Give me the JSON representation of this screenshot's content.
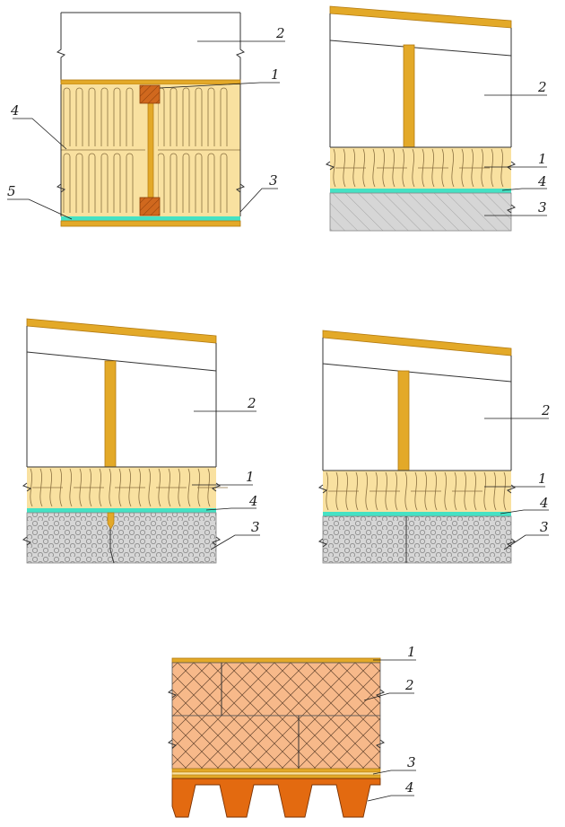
{
  "colors": {
    "timber": "#E3A928",
    "timber_dark": "#B37A10",
    "wool": "#F9E1A0",
    "wool_line": "#8A7040",
    "vapor": "#45E2C4",
    "stone": "#D6D6D6",
    "board": "#F7B98A",
    "profile": "#E36A10",
    "beam_section": "#D0681E"
  },
  "diagrams": [
    {
      "id": "wall-stud",
      "labels": [
        "1",
        "2",
        "3",
        "4",
        "5"
      ]
    },
    {
      "id": "roof-concrete",
      "labels": [
        "1",
        "2",
        "3",
        "4"
      ]
    },
    {
      "id": "roof-aerated-a",
      "labels": [
        "1",
        "2",
        "3",
        "4"
      ]
    },
    {
      "id": "roof-aerated-b",
      "labels": [
        "1",
        "2",
        "3",
        "4"
      ]
    },
    {
      "id": "roof-profiled",
      "labels": [
        "1",
        "2",
        "3",
        "4"
      ]
    }
  ]
}
